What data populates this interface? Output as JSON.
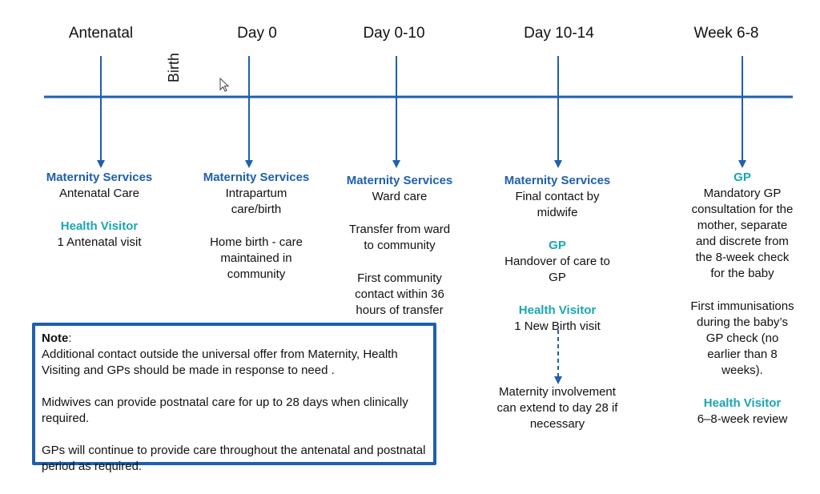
{
  "timeline": {
    "phases": [
      "Antenatal",
      "Day 0",
      "Day 0-10",
      "Day 10-14",
      "Week 6-8"
    ],
    "birth_label": "Birth"
  },
  "columns": [
    {
      "items": [
        {
          "heading": "Maternity Services",
          "color": "#1f5fad",
          "lines": [
            "Antenatal Care"
          ]
        },
        {
          "heading": "Health Visitor",
          "color": "#1aa6b0",
          "lines": [
            "1 Antenatal visit"
          ]
        }
      ]
    },
    {
      "items": [
        {
          "heading": "Maternity Services",
          "color": "#1f5fad",
          "lines": [
            "Intrapartum",
            "care/birth"
          ]
        },
        {
          "heading": "",
          "lines": [
            "Home birth - care",
            "maintained in",
            "community"
          ]
        }
      ]
    },
    {
      "items": [
        {
          "heading": "Maternity Services",
          "color": "#1f5fad",
          "lines": [
            "Ward care"
          ]
        },
        {
          "heading": "",
          "lines": [
            "Transfer from ward",
            "to community"
          ]
        },
        {
          "heading": "",
          "lines": [
            "First community",
            "contact within 36",
            "hours of transfer"
          ]
        }
      ]
    },
    {
      "items": [
        {
          "heading": "Maternity Services",
          "color": "#1f5fad",
          "lines": [
            "Final contact by",
            "midwife"
          ]
        },
        {
          "heading": "GP",
          "color": "#1aa6b0",
          "lines": [
            "Handover of care to",
            "GP"
          ]
        },
        {
          "heading": "Health Visitor",
          "color": "#1aa6b0",
          "lines": [
            "1 New Birth visit"
          ]
        }
      ],
      "after_dashed": [
        "Maternity involvement",
        "can extend to day 28 if",
        "necessary"
      ]
    },
    {
      "items": [
        {
          "heading": "GP",
          "color": "#1aa6b0",
          "lines": [
            "Mandatory GP",
            "consultation for the",
            "mother, separate",
            "and discrete from",
            "the 8-week check",
            "for the baby"
          ]
        },
        {
          "heading": "",
          "lines": [
            "First immunisations",
            "during the baby’s",
            "GP check (no",
            "earlier than 8",
            "weeks)."
          ]
        },
        {
          "heading": "Health Visitor",
          "color": "#1aa6b0",
          "lines": [
            "6–8-week review"
          ]
        }
      ]
    }
  ],
  "note": {
    "title": "Note",
    "paragraphs": [
      "Additional contact outside the universal offer from Maternity,  Health Visiting and GPs should be made in response to need .",
      "Midwives can provide postnatal care for up to 28 days when clinically required.",
      "GPs will continue to provide care throughout the antenatal and postnatal period as required."
    ]
  },
  "colors": {
    "line": "#1f5fad",
    "heading_blue": "#1f5fad",
    "heading_teal": "#1aa6b0"
  }
}
